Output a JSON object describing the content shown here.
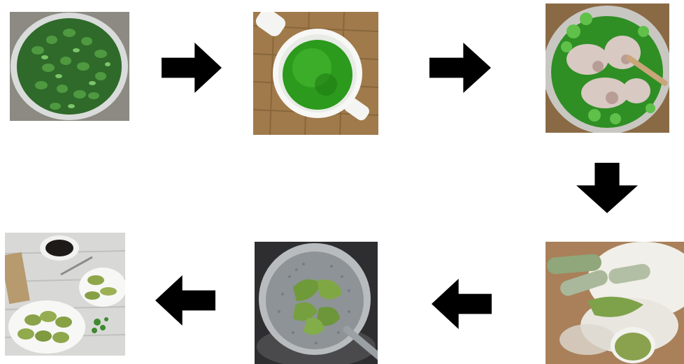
{
  "colors": {
    "arrow": "#000000",
    "leaf_green": "#3f8a3a",
    "puree_green": "#2e9e1f",
    "dough_green": "#7ea24a",
    "bamboo": "#9a7444",
    "steel": "#9aa0a4",
    "wood_table": "#b98f62",
    "flour": "#f1efe9"
  },
  "steps": [
    {
      "id": 1,
      "icon": "washed-greens-in-bowl-icon"
    },
    {
      "id": 2,
      "icon": "blended-green-juice-cup-icon"
    },
    {
      "id": 3,
      "icon": "juice-mixed-with-flour-icon"
    },
    {
      "id": 4,
      "icon": "kneaded-green-dough-icon"
    },
    {
      "id": 5,
      "icon": "dumplings-in-steamer-strainer-icon"
    },
    {
      "id": 6,
      "icon": "served-green-dumplings-icon"
    }
  ],
  "arrows": [
    {
      "from": 1,
      "to": 2,
      "direction": "right"
    },
    {
      "from": 2,
      "to": 3,
      "direction": "right"
    },
    {
      "from": 3,
      "to": 4,
      "direction": "down"
    },
    {
      "from": 4,
      "to": 5,
      "direction": "left"
    },
    {
      "from": 5,
      "to": 6,
      "direction": "left"
    }
  ]
}
